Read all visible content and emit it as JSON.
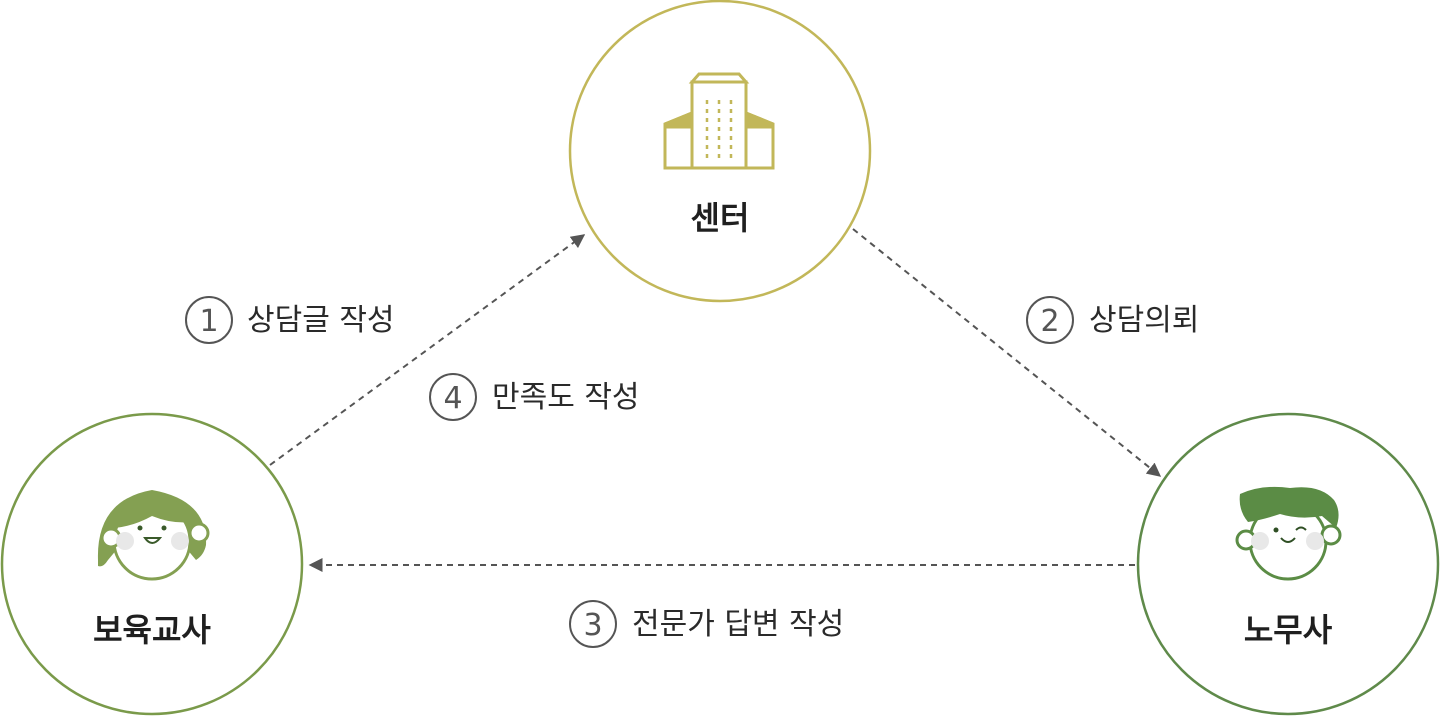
{
  "nodes": {
    "center": {
      "label": "센터",
      "icon": "building-icon",
      "ring_color": "#c2b759"
    },
    "teacher": {
      "label": "보육교사",
      "icon": "teacher-face-icon",
      "ring_color": "#7a9a4a"
    },
    "labor": {
      "label": "노무사",
      "icon": "labor-face-icon",
      "ring_color": "#5f8a4a"
    }
  },
  "steps": [
    {
      "number": "1",
      "text": "상담글 작성"
    },
    {
      "number": "2",
      "text": "상담의뢰"
    },
    {
      "number": "3",
      "text": "전문가 답변 작성"
    },
    {
      "number": "4",
      "text": "만족도 작성"
    }
  ],
  "colors": {
    "building": "#c2b759",
    "teacher_green": "#84a052",
    "labor_green": "#5b8c45",
    "cheek": "#e8e8e8",
    "arrow": "#555555"
  }
}
